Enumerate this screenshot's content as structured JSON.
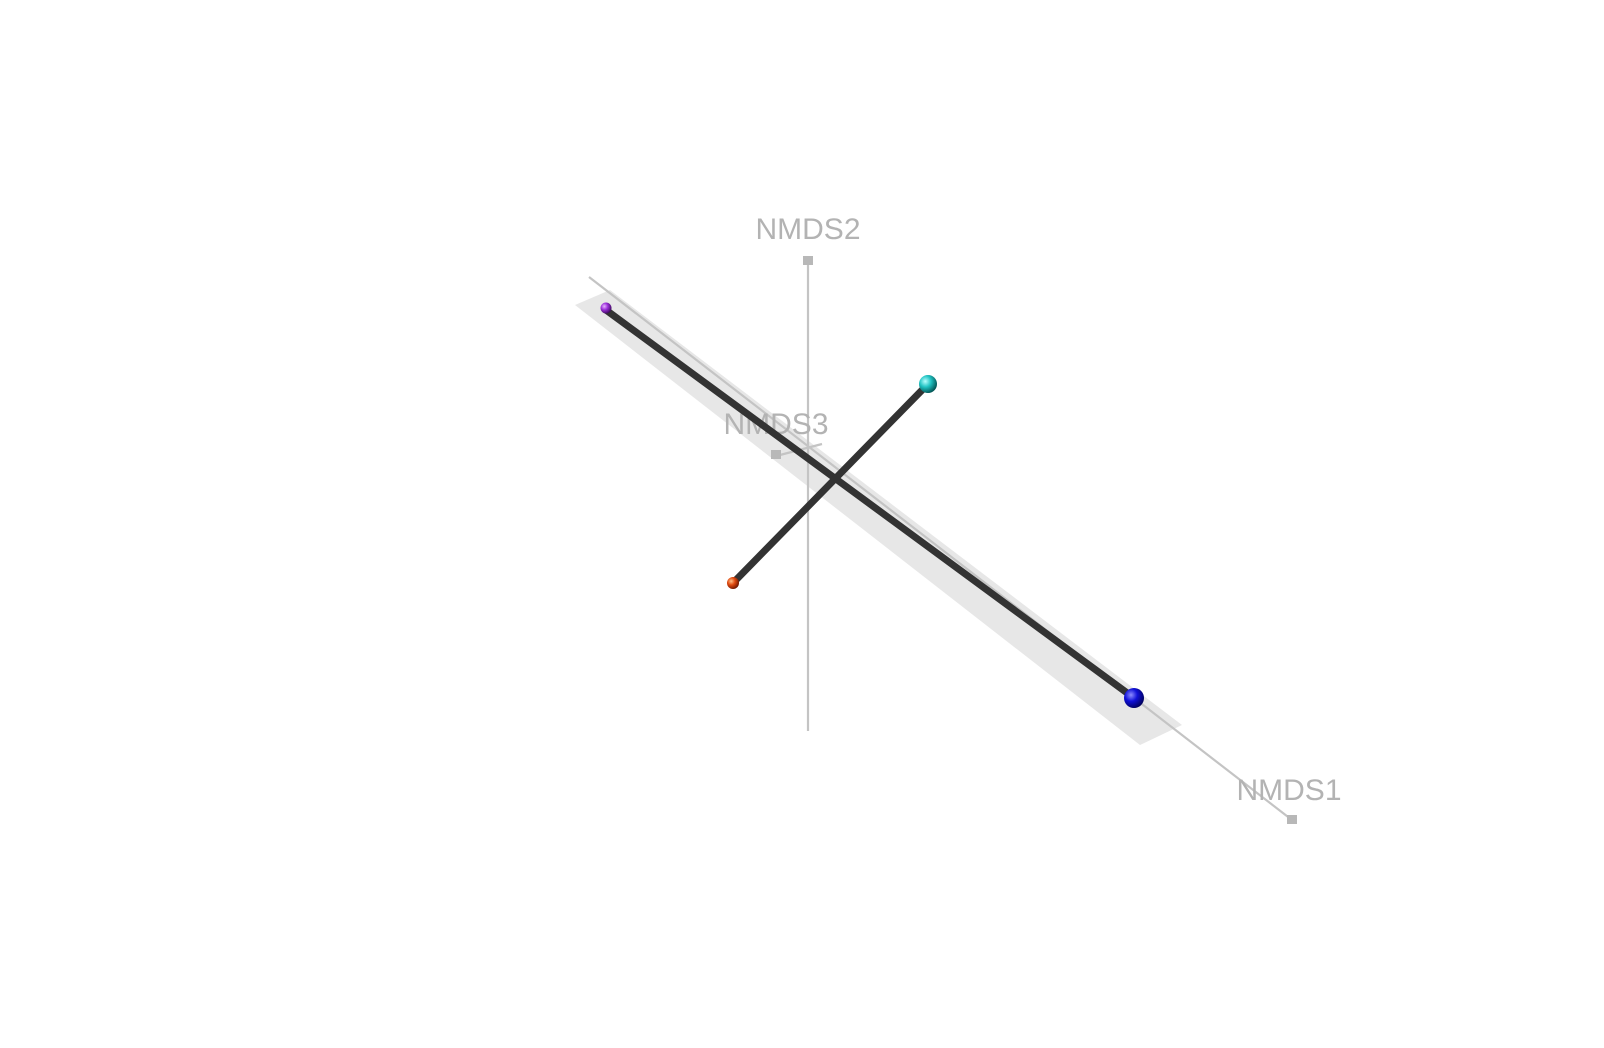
{
  "chart_data": {
    "type": "scatter",
    "title": "",
    "axes": [
      {
        "name": "NMDS1",
        "label": "NMDS1"
      },
      {
        "name": "NMDS2",
        "label": "NMDS2"
      },
      {
        "name": "NMDS3",
        "label": "NMDS3"
      }
    ],
    "grid": false,
    "legend": "none",
    "points": [
      {
        "name": "purple",
        "color": "#9b30d9",
        "x": -0.5,
        "y": 0.3,
        "z": 0.4
      },
      {
        "name": "blue",
        "color": "#1010d8",
        "x": 0.62,
        "y": -0.45,
        "z": -0.2
      },
      {
        "name": "cyan",
        "color": "#22c4c4",
        "x": 0.25,
        "y": 0.25,
        "z": -0.45
      },
      {
        "name": "orange",
        "color": "#e04a10",
        "x": -0.15,
        "y": -0.25,
        "z": 0.3
      }
    ],
    "segments": [
      {
        "from": "purple",
        "to": "blue"
      },
      {
        "from": "cyan",
        "to": "orange"
      }
    ],
    "segment_color": "#333333",
    "axis_color": "#c4c4c4"
  }
}
